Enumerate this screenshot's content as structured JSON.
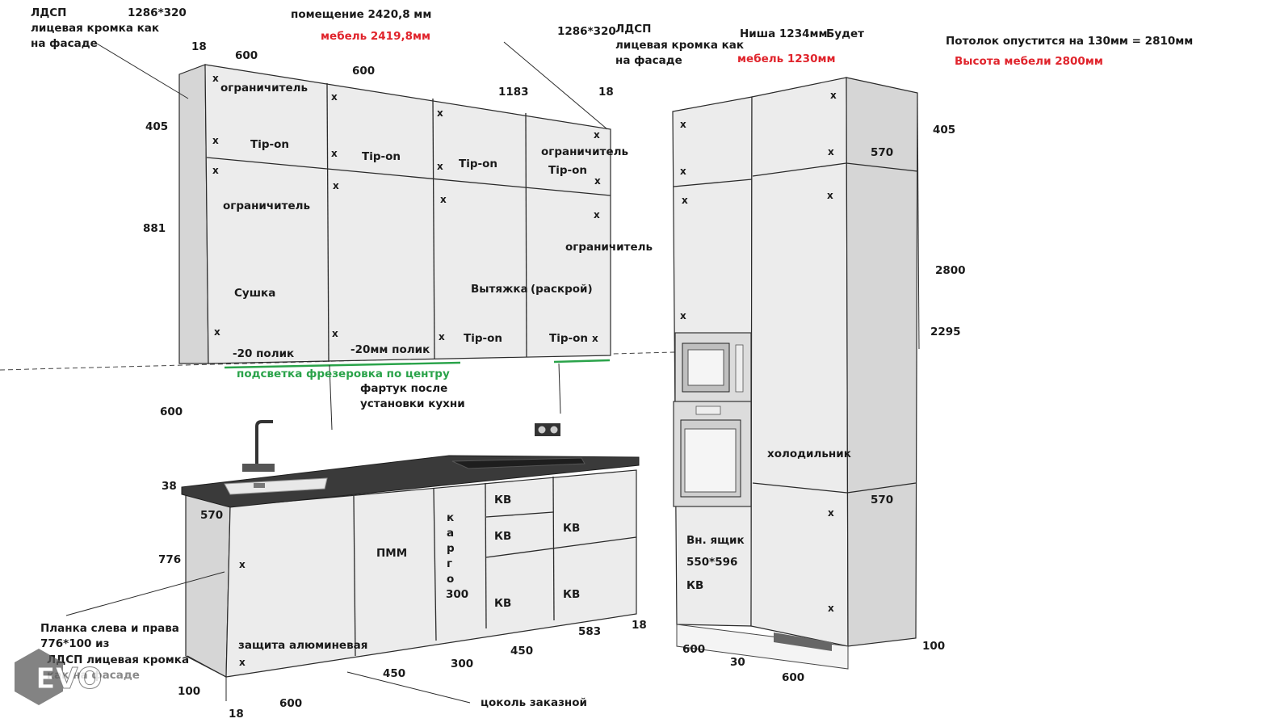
{
  "labels": {
    "ldsp_left": "ЛДСП",
    "ldsp_left_line2": "лицевая кромка как",
    "ldsp_left_line3": "на фасаде",
    "size_1286_left": "1286*320",
    "room": "помещение 2420,8 мм",
    "mebel_2419": "мебель 2419,8мм",
    "size_1286_right": "1286*320",
    "ldsp_right": "ЛДСП",
    "ldsp_right_line2": "лицевая кромка как",
    "ldsp_right_line3": "на фасаде",
    "nisha": "Ниша 1234мм",
    "budet": "Будет",
    "mebel_1230": "мебель 1230мм",
    "ceiling": "Потолок опустится на 130мм = 2810мм",
    "height_furniture": "Высота мебели 2800мм",
    "limiter_1": "ограничитель",
    "limiter_2": "ограничитель",
    "limiter_3": "ограничитель",
    "limiter_4": "ограничитель",
    "tipon_1": "Tip-on",
    "tipon_2": "Tip-on",
    "tipon_3": "Tip-on",
    "tipon_4": "Tip-on",
    "tipon_5": "Tip-on",
    "tipon_6": "Tip-on",
    "sushka": "Сушка",
    "vytyazhka": "Вытяжка",
    "raskroy": "(раскрой)",
    "polik_1": "-20  полик",
    "polik_2": "-20мм полик",
    "led": "подсветка фрезеровка по центру",
    "fartuk_1": "фартук после",
    "fartuk_2": "установки кухни",
    "holodilnik": "холодильник",
    "pmm": "ПММ",
    "kargo_300": "300",
    "kv_1": "КВ",
    "kv_2": "КВ",
    "kv_3": "КВ",
    "kv_4": "КВ",
    "kv_5": "КВ",
    "kv_6": "КВ",
    "vn_yashik": "Вн. ящик",
    "vn_size": "550*596",
    "planka_1": "Планка слева и права",
    "planka_2": "776*100 из",
    "planka_3": "ЛДСП лицевая кромка",
    "planka_4": "как на фасаде",
    "zashita": "защита алюминевая",
    "tsokol": "цоколь заказной",
    "logo": "EVO"
  },
  "kargo_letters": [
    "к",
    "а",
    "р",
    "г",
    "о"
  ],
  "dimensions": {
    "d18_top": "18",
    "d600_a": "600",
    "d600_b": "600",
    "d1183": "1183",
    "d18_top_r": "18",
    "d405_l": "405",
    "d881": "881",
    "d600_gap": "600",
    "d38": "38",
    "d570_l": "570",
    "d776": "776",
    "d100_l": "100",
    "d18_bl": "18",
    "d600_bl": "600",
    "d450_a": "450",
    "d300": "300",
    "d450_b": "450",
    "d583": "583",
    "d18_br": "18",
    "d600_tall_l": "600",
    "d30": "30",
    "d600_tall_b": "600",
    "d100_r": "100",
    "d405_r": "405",
    "d570_r_top": "570",
    "d2800": "2800",
    "d2295": "2295",
    "d570_r_bot": "570"
  },
  "mark": "x",
  "colors": {
    "annotation_red": "#e0242c",
    "annotation_green": "#2aa34a",
    "line": "#2a2a2a",
    "countertop": "#3a3a3a"
  }
}
